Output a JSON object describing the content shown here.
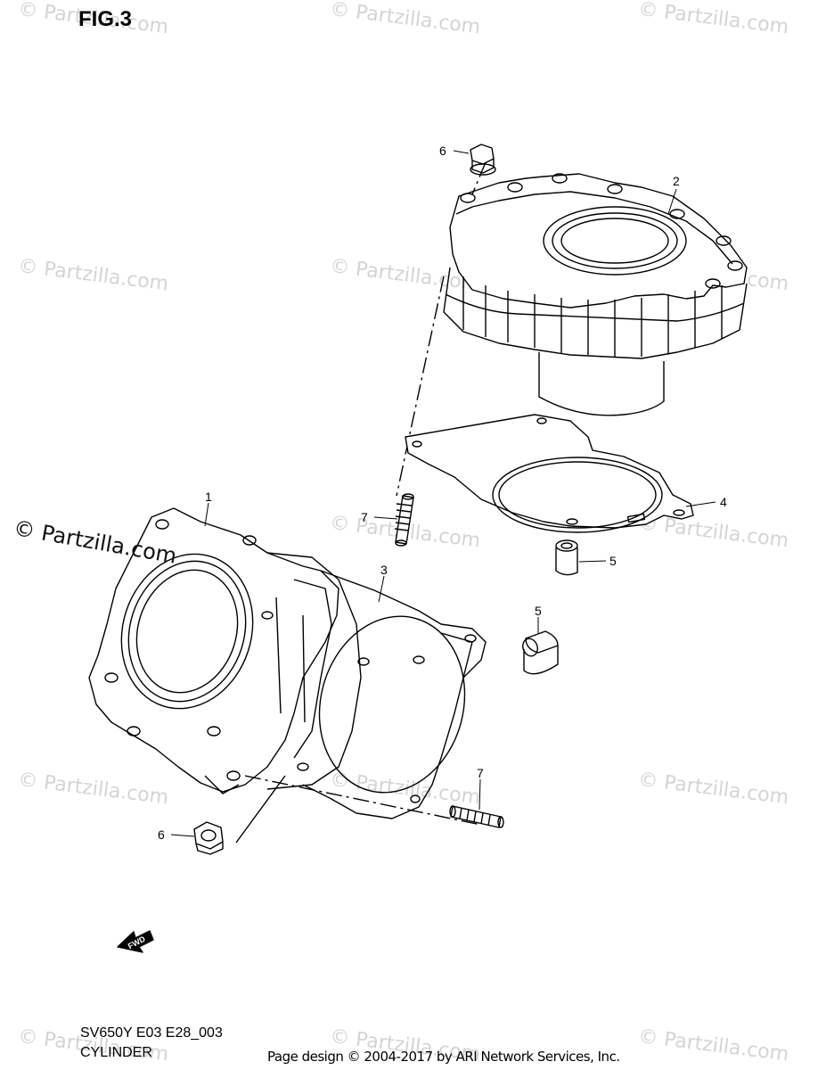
{
  "figure": {
    "title": "FIG.3"
  },
  "callouts": {
    "c1": "1",
    "c2": "2",
    "c3": "3",
    "c4": "4",
    "c5a": "5",
    "c5b": "5",
    "c6a": "6",
    "c6b": "6",
    "c7a": "7",
    "c7b": "7"
  },
  "watermark": {
    "primary": "© Partzilla.com",
    "faint": "© Partzilla.com"
  },
  "fwd_label": "FWD",
  "footer": {
    "code": "SV650Y E03 E28_003",
    "caption": "CYLINDER",
    "credit": "Page design © 2004-2017 by ARI Network Services, Inc."
  }
}
